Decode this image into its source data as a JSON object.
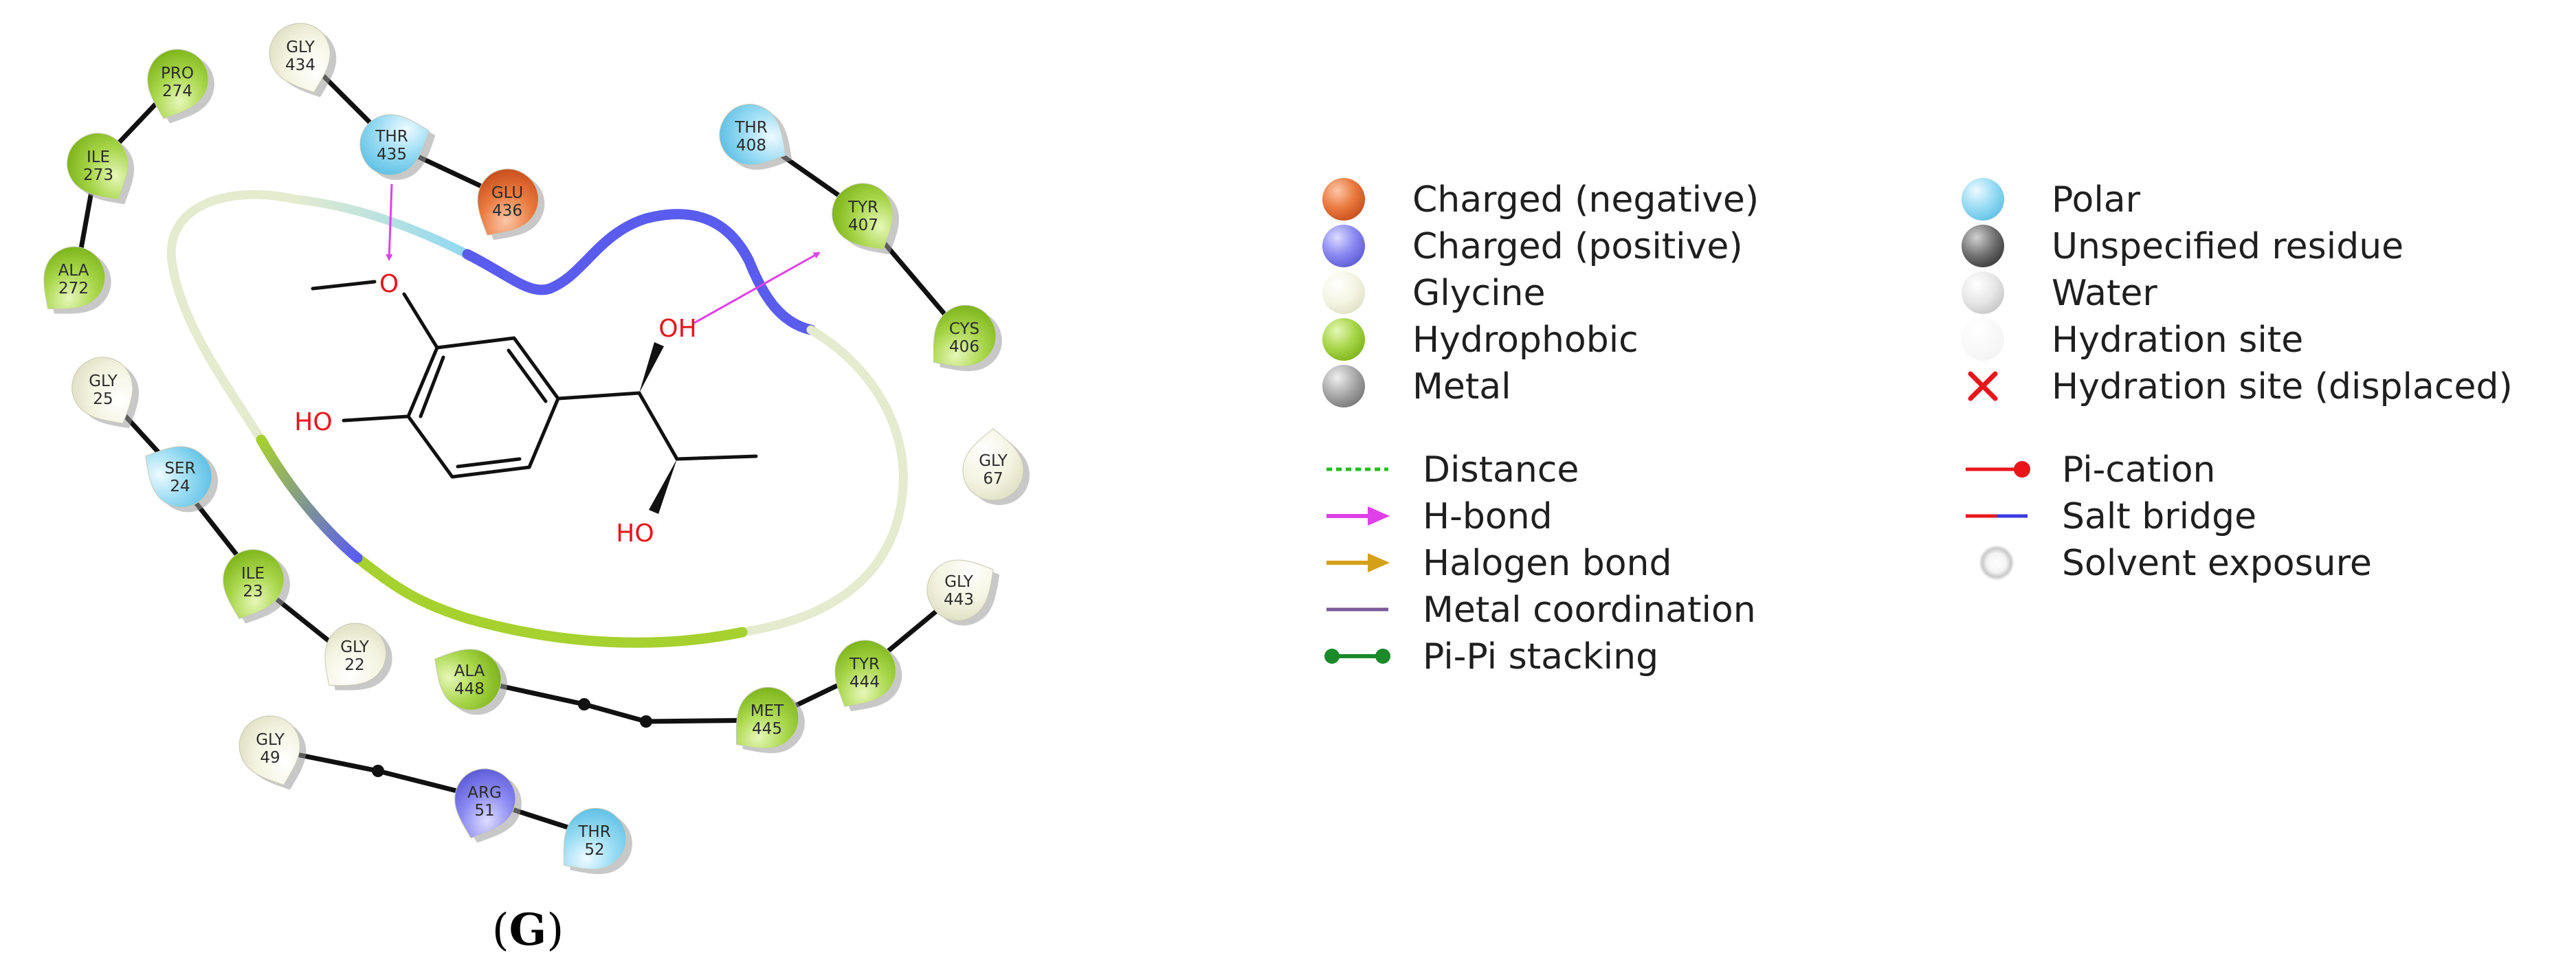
{
  "panel_label": {
    "open": "(",
    "letter": "G",
    "close": ")"
  },
  "colors": {
    "negative": "#e0602a",
    "positive": "#7b79ee",
    "glycine": "#f2f2e0",
    "hydrophobic": "#9fd23a",
    "polar": "#8fd8f2",
    "hbond": "#e040e8",
    "pocket_blue": "#5a5cf0",
    "pocket_green": "#a6d12f",
    "pocket_light": "#e4ebcf"
  },
  "residues": [
    {
      "id": "pro274",
      "name": "PRO",
      "num": "274",
      "type": "hydrophobic"
    },
    {
      "id": "ile273",
      "name": "ILE",
      "num": "273",
      "type": "hydrophobic"
    },
    {
      "id": "ala272",
      "name": "ALA",
      "num": "272",
      "type": "hydrophobic"
    },
    {
      "id": "gly434",
      "name": "GLY",
      "num": "434",
      "type": "glycine"
    },
    {
      "id": "thr435",
      "name": "THR",
      "num": "435",
      "type": "polar"
    },
    {
      "id": "glu436",
      "name": "GLU",
      "num": "436",
      "type": "negative"
    },
    {
      "id": "thr408",
      "name": "THR",
      "num": "408",
      "type": "polar"
    },
    {
      "id": "tyr407",
      "name": "TYR",
      "num": "407",
      "type": "hydrophobic"
    },
    {
      "id": "cys406",
      "name": "CYS",
      "num": "406",
      "type": "hydrophobic"
    },
    {
      "id": "gly67",
      "name": "GLY",
      "num": "67",
      "type": "glycine"
    },
    {
      "id": "gly25",
      "name": "GLY",
      "num": "25",
      "type": "glycine"
    },
    {
      "id": "ser24",
      "name": "SER",
      "num": "24",
      "type": "polar"
    },
    {
      "id": "ile23",
      "name": "ILE",
      "num": "23",
      "type": "hydrophobic"
    },
    {
      "id": "gly22",
      "name": "GLY",
      "num": "22",
      "type": "glycine"
    },
    {
      "id": "gly443",
      "name": "GLY",
      "num": "443",
      "type": "glycine"
    },
    {
      "id": "tyr444",
      "name": "TYR",
      "num": "444",
      "type": "hydrophobic"
    },
    {
      "id": "met445",
      "name": "MET",
      "num": "445",
      "type": "hydrophobic"
    },
    {
      "id": "ala448",
      "name": "ALA",
      "num": "448",
      "type": "hydrophobic"
    },
    {
      "id": "gly49",
      "name": "GLY",
      "num": "49",
      "type": "glycine"
    },
    {
      "id": "arg51",
      "name": "ARG",
      "num": "51",
      "type": "positive"
    },
    {
      "id": "thr52",
      "name": "THR",
      "num": "52",
      "type": "polar"
    }
  ],
  "ligand_atoms": {
    "methoxy_o": "O",
    "ho_left": "HO",
    "oh_top": "OH",
    "ho_bottom": "HO"
  },
  "legend": {
    "residue_types": [
      {
        "label": "Charged (negative)",
        "color": "#e0602a"
      },
      {
        "label": "Charged (positive)",
        "color": "#7b79ee"
      },
      {
        "label": "Glycine",
        "color": "#f2f2e0"
      },
      {
        "label": "Hydrophobic",
        "color": "#9fd23a"
      },
      {
        "label": "Metal",
        "color": "#9a9a9a"
      },
      {
        "label": "Polar",
        "color": "#8fd8f2"
      },
      {
        "label": "Unspecified residue",
        "color": "#6f6f6f"
      },
      {
        "label": "Water",
        "color": "#dcdcdc"
      },
      {
        "label": "Hydration site",
        "color": "#ffffff"
      },
      {
        "label": "Hydration site (displaced)",
        "color": "#e8161b"
      }
    ],
    "interactions": [
      {
        "label": "Distance",
        "color": "#1fbf1f"
      },
      {
        "label": "H-bond",
        "color": "#e040e8"
      },
      {
        "label": "Halogen bond",
        "color": "#d4a017"
      },
      {
        "label": "Metal coordination",
        "color": "#7a5a9a"
      },
      {
        "label": "Pi-Pi stacking",
        "color": "#1a8a2a"
      },
      {
        "label": "Pi-cation",
        "color": "#e8161b"
      },
      {
        "label": "Salt bridge",
        "color": "#6a4acf"
      },
      {
        "label": "Solvent exposure",
        "color": "#bdbdbd"
      }
    ]
  }
}
